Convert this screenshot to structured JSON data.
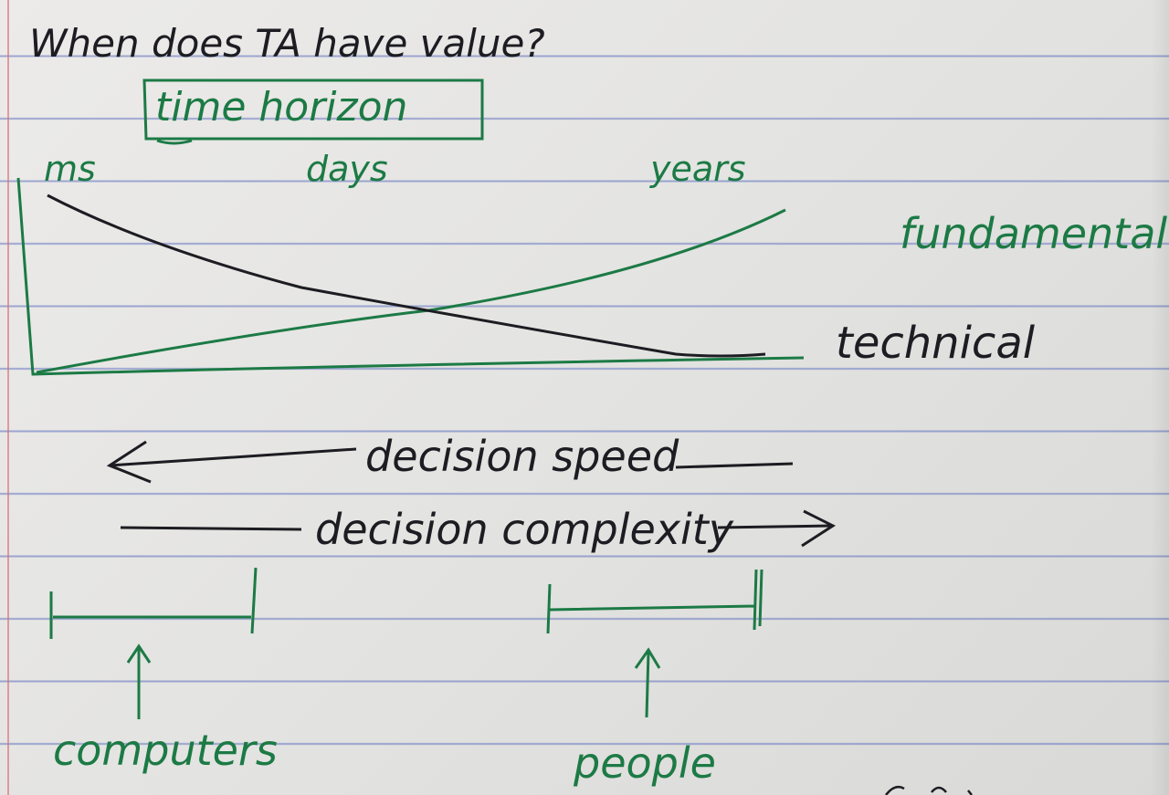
{
  "title": "When does TA have value?",
  "box_label": "time horizon",
  "axis_ticks": [
    "ms",
    "days",
    "years"
  ],
  "curves": {
    "fundamental": "fundamental",
    "technical": "technical"
  },
  "arrows": {
    "speed": "decision speed",
    "complexity": "decision complexity"
  },
  "ranges": {
    "left": "computers",
    "right": "people"
  },
  "colors": {
    "dark_ink": "#1c1c22",
    "green_ink": "#1c7a45",
    "rule_lines": "#5c6ebe",
    "margin_line": "#dc6e78"
  }
}
